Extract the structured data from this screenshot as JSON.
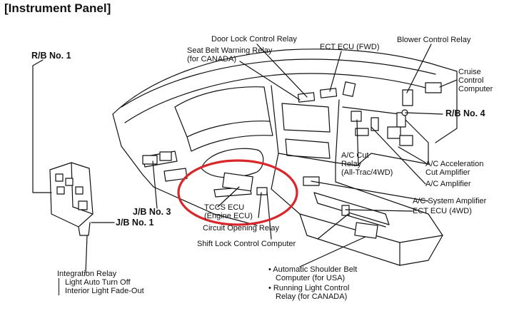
{
  "title": "[Instrument Panel]",
  "labels": {
    "rb1": "R/B No. 1",
    "door_lock": "Door Lock Control Relay",
    "seat_belt_1": "Seat Belt Warning Relay",
    "seat_belt_2": "(for CANADA)",
    "ect_fwd": "ECT ECU (FWD)",
    "blower": "Blower Control Relay",
    "cruise_1": "Cruise",
    "cruise_2": "Control",
    "cruise_3": "Computer",
    "rb4": "R/B No. 4",
    "ac_cut_1": "A/C Cut",
    "ac_cut_2": "Relay",
    "ac_cut_3": "(All-Trac/4WD)",
    "ac_accel_1": "A/C Acceleration",
    "ac_accel_2": "Cut Amplifier",
    "ac_amp": "A/C Amplifier",
    "ac_sys": "A/C System Amplifier",
    "ect_4wd": "ECT ECU (4WD)",
    "tccs_1": "TCCS ECU",
    "tccs_2": "(Engine ECU)",
    "circuit_opening": "Circuit Opening Relay",
    "jb3": "J/B No. 3",
    "jb1": "J/B No. 1",
    "shift_lock": "Shift Lock Control Computer",
    "auto_belt_1": "• Automatic Shoulder Belt",
    "auto_belt_2": "Computer (for USA)",
    "running_1": "• Running Light Control",
    "running_2": "Relay (for CANADA)",
    "integration_1": "Integration Relay",
    "integration_2": "Light Auto Turn Off",
    "integration_3": "Interior Light Fade-Out"
  },
  "colors": {
    "line": "#111111",
    "highlight_circle": "#d9262b",
    "background": "#ffffff"
  }
}
